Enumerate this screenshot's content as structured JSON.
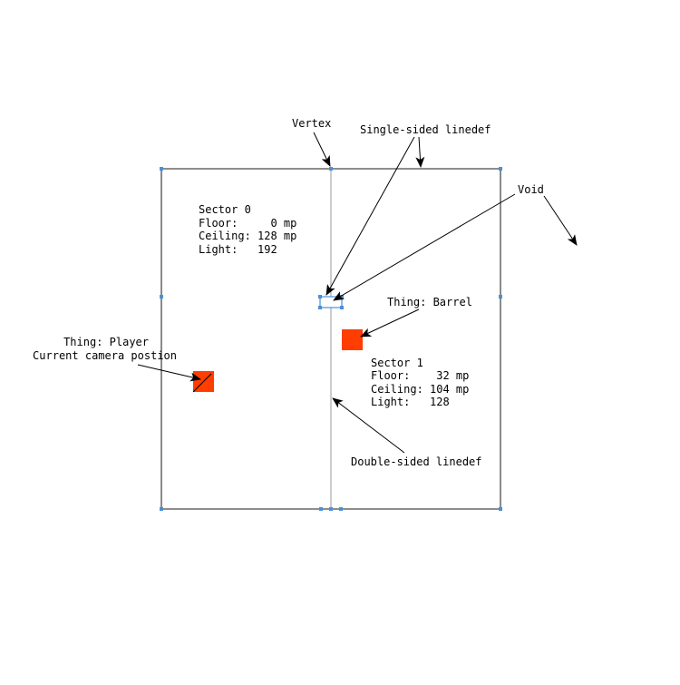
{
  "labels": {
    "vertex": "Vertex",
    "single_sided": "Single-sided linedef",
    "void": "Void",
    "thing_barrel": "Thing: Barrel",
    "thing_player": "Thing: Player",
    "camera_position": "Current camera postion",
    "double_sided": "Double-sided linedef"
  },
  "sector0": {
    "title": "Sector 0",
    "floor": "Floor:     0 mp",
    "ceiling": "Ceiling: 128 mp",
    "light": "Light:   192"
  },
  "sector1": {
    "title": "Sector 1",
    "floor": "Floor:    32 mp",
    "ceiling": "Ceiling: 104 mp",
    "light": "Light:   128"
  },
  "colors": {
    "wall": "#4a4a4a",
    "inner_wall": "#b0b0b0",
    "vertex": "#4a90d9",
    "thing": "#ff3d00",
    "arrow": "#000000"
  }
}
